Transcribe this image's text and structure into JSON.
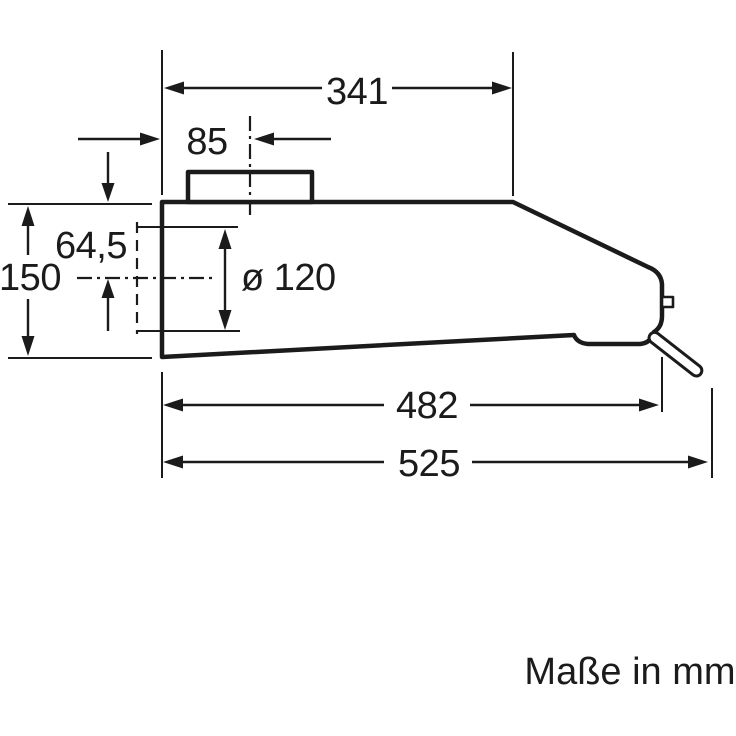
{
  "figure": {
    "type": "technical-dimension-drawing",
    "subject": "cooker-hood-side-profile",
    "caption": "Maße in mm",
    "unit": "mm",
    "colors": {
      "line": "#1b1b1b",
      "background": "#ffffff"
    },
    "dimensions": {
      "duct_to_back_depth": {
        "label": "341",
        "value": 341
      },
      "duct_center_offset": {
        "label": "85",
        "value": 85
      },
      "outlet_center_from_top": {
        "label": "64,5",
        "value": 64.5
      },
      "body_height": {
        "label": "150",
        "value": 150
      },
      "outlet_diameter": {
        "label": "ø 120",
        "value": 120
      },
      "body_depth": {
        "label": "482",
        "value": 482
      },
      "total_depth": {
        "label": "525",
        "value": 525
      }
    }
  }
}
